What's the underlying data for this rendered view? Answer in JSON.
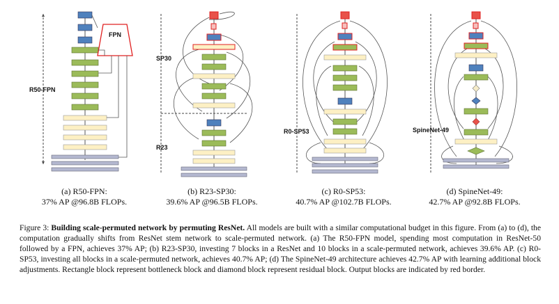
{
  "panels": [
    {
      "side_label": "R50-FPN",
      "fpn_label": "FPN",
      "caption_line1": "(a) R50-FPN:",
      "caption_line2": "37% AP @96.8B FLOPs."
    },
    {
      "top_label": "SP30",
      "bottom_label": "R23",
      "caption_line1": "(b) R23-SP30:",
      "caption_line2": "39.6% AP @96.5B FLOPs."
    },
    {
      "side_label": "R0-SP53",
      "caption_line1": "(c) R0-SP53:",
      "caption_line2": "40.7% AP @102.7B FLOPs."
    },
    {
      "side_label": "SpineNet-49",
      "caption_line1": "(d) SpineNet-49:",
      "caption_line2": "42.7% AP @92.8B FLOPs."
    }
  ],
  "caption": {
    "prefix": "Figure 3: ",
    "bold": "Building scale-permuted network by permuting ResNet.",
    "text": " All models are built with a similar computational budget in this figure. From (a) to (d), the computation gradually shifts from ResNet stem network to scale-permuted network. (a) The R50-FPN model, spending most computation in ResNet-50 followed by a FPN, achieves 37% AP; (b) R23-SP30, investing 7 blocks in a ResNet and 10 blocks in a scale-permuted network, achieves 39.6% AP. (c) R0-SP53, investing all blocks in a scale-permuted network, achieves 40.7% AP; (d) The SpineNet-49 architecture achieves 42.7% AP with learning additional block adjustments. Rectangle block represent bottleneck block and diamond block represent residual block. Output blocks are indicated by red border."
  },
  "colors": {
    "blue_block": "#4f81bd",
    "green_block": "#9bbb59",
    "yellow_block": "#fdf0c4",
    "stem_block": "#b4b8d0",
    "red_block": "#e8524a",
    "output_border": "#e02020",
    "connection": "#555555"
  }
}
